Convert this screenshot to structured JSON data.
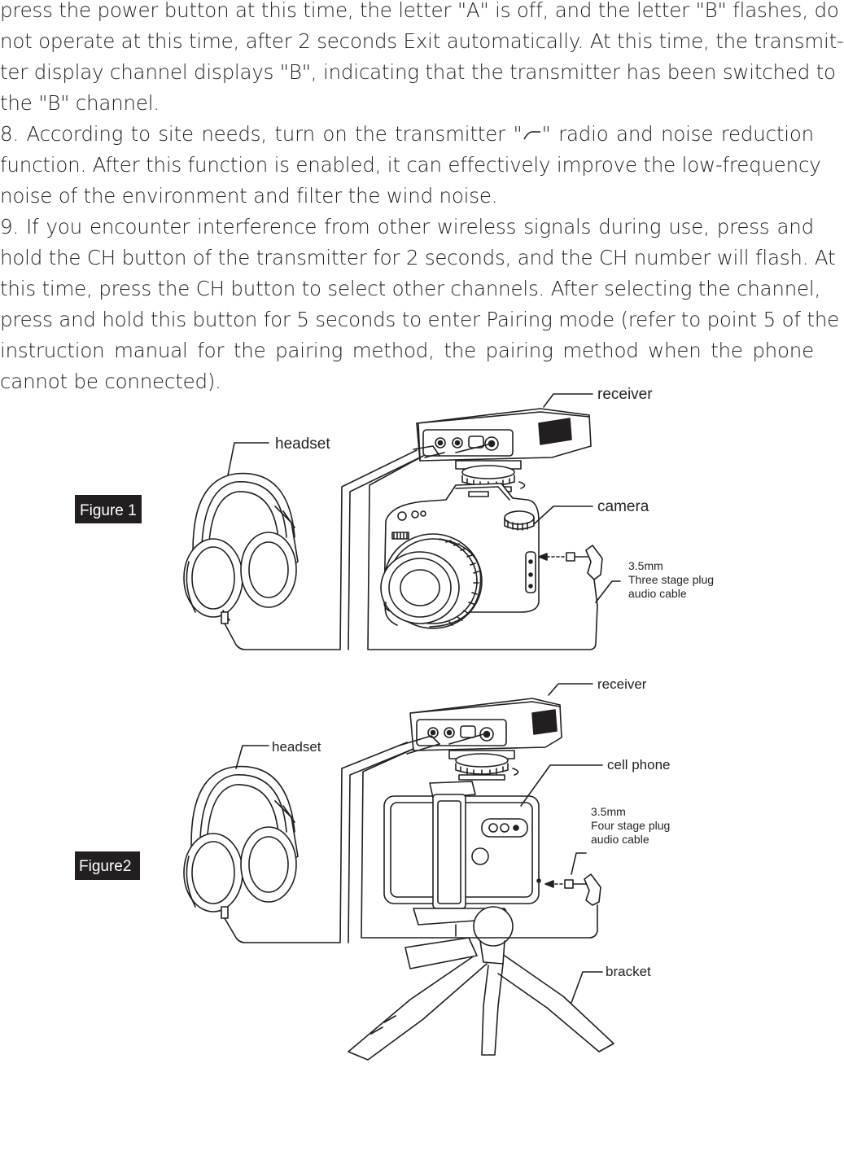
{
  "paragraphs": {
    "line1": "press the power button at this time, the letter \"A\" is off, and the letter \"B\" flashes, do",
    "line2": "not operate at this time, after 2 seconds Exit automatically. At this time, the transmit-",
    "line3": "ter display channel displays \"B\", indicating that the transmitter has been switched to",
    "line4": "the \"B\" channel.",
    "line5a": "8. According to site needs, turn on the transmitter \"",
    "line5b": "\" radio and noise reduction",
    "line6": "function. After this function is enabled, it can effectively improve the low-frequency",
    "line7": "noise of the environment and filter the wind noise.",
    "line8": "9. If you encounter interference from other wireless signals during use, press and",
    "line9": "hold the CH button of the transmitter for 2 seconds, and the CH number will flash. At",
    "line10": "this time, press the CH button to select other channels. After selecting the channel,",
    "line11": "press and hold this button for 5 seconds to enter Pairing mode (refer to point 5 of the",
    "line12": "instruction manual for the pairing method, the pairing method when the phone",
    "line13": "cannot be connected)."
  },
  "figure1": {
    "label": "Figure 1",
    "headset": "headset",
    "receiver": "receiver",
    "camera": "camera",
    "cable_size": "3.5mm",
    "cable_type": "Three stage plug",
    "cable_name": "audio cable"
  },
  "figure2": {
    "label": "Figure2",
    "headset": "headset",
    "receiver": "receiver",
    "cell_phone": "cell phone",
    "cable_size": "3.5mm",
    "cable_type": "Four stage plug",
    "cable_name": "audio cable",
    "bracket": "bracket"
  },
  "icons": {
    "noise_reduction": "low-cut-filter-icon"
  }
}
